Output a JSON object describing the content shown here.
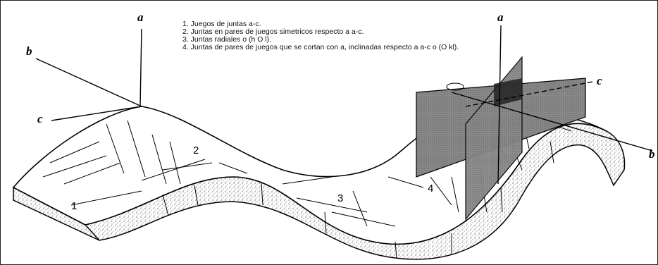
{
  "legend": [
    "1. Juegos de juntas a-c.",
    "2. Juntas en pares de juegos simetricos respecto a a-c.",
    "3. Juntas radiales o (h O l).",
    "4. Juntas de pares de juegos que se cortan con a, inclinadas respecto a a-c o (O kl)."
  ],
  "axis_labels": {
    "a_left": "a",
    "b_left": "b",
    "c_left": "c",
    "a_right": "a",
    "c_right": "c",
    "b_right": "b"
  },
  "numbers": [
    "1",
    "2",
    "3",
    "4"
  ]
}
